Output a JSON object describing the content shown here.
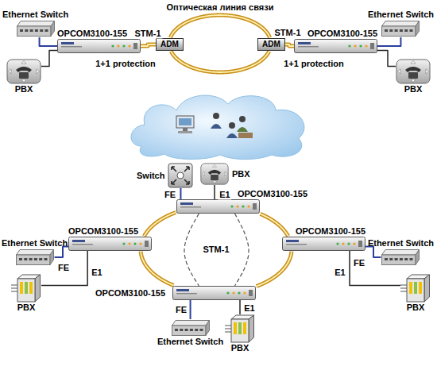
{
  "diagram": {
    "nodes": [
      {
        "text": [
          "Ethernet Switch"
        ]
      },
      {
        "text": [
          "OPCOM3100-155"
        ]
      },
      {
        "text": [
          "Ethernet Switch"
        ]
      },
      {
        "text": [
          "OPCOM3100-155"
        ]
      },
      {
        "text": [
          "PBX"
        ]
      },
      {
        "text": [
          "ADM"
        ]
      },
      {
        "text": [
          "ADM"
        ]
      },
      {
        "text": [
          "PBX"
        ]
      },
      {
        "text": [
          "Switch"
        ]
      },
      {
        "text": [
          "PBX"
        ]
      },
      {
        "text": [
          "OPCOM3100-155"
        ]
      },
      {
        "text": [
          "Ethernet Switch"
        ]
      },
      {
        "text": [
          "OPCOM3100-155"
        ]
      },
      {
        "text": [
          "Ethernet Switch"
        ]
      },
      {
        "text": [
          "OPCOM3100-155"
        ]
      },
      {
        "text": [
          "PBX"
        ]
      },
      {
        "text": [
          "PBX"
        ]
      },
      {
        "text": [
          "OPCOM3100-155"
        ]
      },
      {
        "text": [
          "Ethernet Switch"
        ]
      },
      {
        "text": [
          "PBX"
        ]
      }
    ],
    "edges": [
      {
        "from": 0,
        "to": 1,
        "arrow": "none"
      },
      {
        "from": 4,
        "to": 1,
        "arrow": "none"
      },
      {
        "from": 1,
        "to": 5,
        "arrow": "none",
        "label": "STM-1"
      },
      {
        "from": 5,
        "to": 6,
        "arrow": "none"
      },
      {
        "from": 5,
        "to": 6,
        "arrow": "none"
      },
      {
        "from": 6,
        "to": 3,
        "arrow": "none",
        "label": "STM-1"
      },
      {
        "from": 2,
        "to": 3,
        "arrow": "none"
      },
      {
        "from": 7,
        "to": 3,
        "arrow": "none"
      },
      {
        "from": 8,
        "to": 10,
        "arrow": "none",
        "label": "FE"
      },
      {
        "from": 9,
        "to": 10,
        "arrow": "none",
        "label": "E1"
      },
      {
        "from": 10,
        "to": 12,
        "arrow": "none"
      },
      {
        "from": 12,
        "to": 17,
        "arrow": "none"
      },
      {
        "from": 17,
        "to": 14,
        "arrow": "none"
      },
      {
        "from": 14,
        "to": 10,
        "arrow": "none"
      },
      {
        "from": 10,
        "to": 17,
        "arrow": "none"
      },
      {
        "from": 10,
        "to": 17,
        "arrow": "none"
      },
      {
        "from": 11,
        "to": 12,
        "arrow": "none",
        "label": "FE"
      },
      {
        "from": 15,
        "to": 12,
        "arrow": "none",
        "label": "E1"
      },
      {
        "from": 13,
        "to": 14,
        "arrow": "none",
        "label": "FE"
      },
      {
        "from": 16,
        "to": 14,
        "arrow": "none",
        "label": "E1"
      },
      {
        "from": 18,
        "to": 17,
        "arrow": "none",
        "label": "FE"
      },
      {
        "from": 19,
        "to": 17,
        "arrow": "none",
        "label": "E1"
      }
    ],
    "labels": [
      "Оптическая линия связи",
      "1+1 protection",
      "1+1 protection",
      "STM-1"
    ]
  }
}
